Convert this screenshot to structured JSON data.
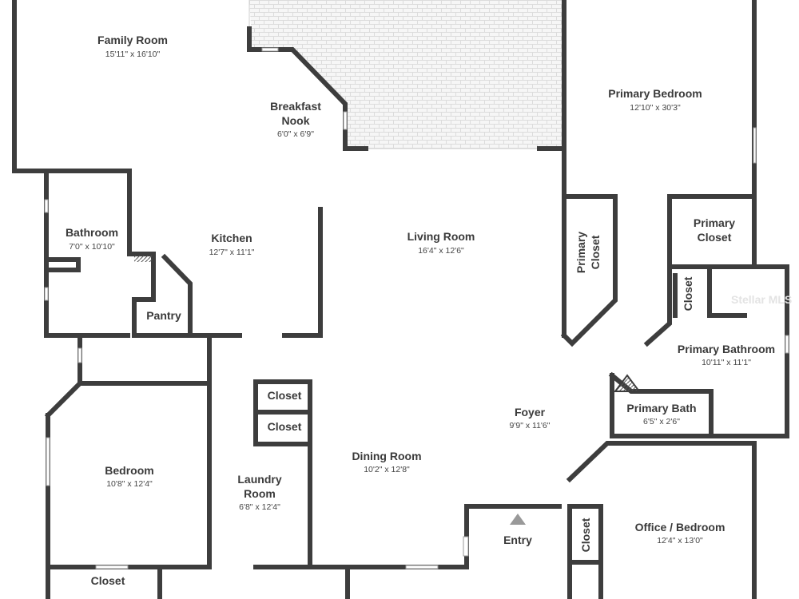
{
  "rooms": {
    "family_room": {
      "name": "Family Room",
      "dim": "15'11\" x 16'10\""
    },
    "breakfast_nook": {
      "name_line1": "Breakfast",
      "name_line2": "Nook",
      "dim": "6'0\" x 6'9\""
    },
    "primary_bedroom": {
      "name": "Primary Bedroom",
      "dim": "12'10\" x 30'3\""
    },
    "bathroom": {
      "name": "Bathroom",
      "dim": "7'0\" x 10'10\""
    },
    "kitchen": {
      "name": "Kitchen",
      "dim": "12'7\" x 11'1\""
    },
    "living_room": {
      "name": "Living Room",
      "dim": "16'4\" x 12'6\""
    },
    "primary_closet_vertical": {
      "name_line1": "Primary",
      "name_line2": "Closet"
    },
    "primary_closet": {
      "name_line1": "Primary",
      "name_line2": "Closet"
    },
    "closet_bath": {
      "name": "Closet"
    },
    "pantry": {
      "name": "Pantry"
    },
    "primary_bathroom": {
      "name": "Primary Bathroom",
      "dim": "10'11\" x 11'1\""
    },
    "closet_laundry_1": {
      "name": "Closet"
    },
    "closet_laundry_2": {
      "name": "Closet"
    },
    "foyer": {
      "name": "Foyer",
      "dim": "9'9\" x 11'6\""
    },
    "primary_bath": {
      "name": "Primary Bath",
      "dim": "6'5\" x 2'6\""
    },
    "bedroom": {
      "name": "Bedroom",
      "dim": "10'8\" x 12'4\""
    },
    "dining_room": {
      "name": "Dining Room",
      "dim": "10'2\" x 12'8\""
    },
    "laundry_room": {
      "name_line1": "Laundry",
      "name_line2": "Room",
      "dim": "6'8\" x 12'4\""
    },
    "office_bedroom": {
      "name": "Office / Bedroom",
      "dim": "12'4\" x 13'0\""
    },
    "closet_office": {
      "name": "Closet"
    },
    "entry": {
      "name": "Entry"
    },
    "closet_bedroom": {
      "name": "Closet"
    }
  },
  "watermark": "Stellar MLS",
  "colors": {
    "wall": "#3d3d3d",
    "patio_fill": "#f4f4f4",
    "patio_grid": "#dddddd"
  }
}
